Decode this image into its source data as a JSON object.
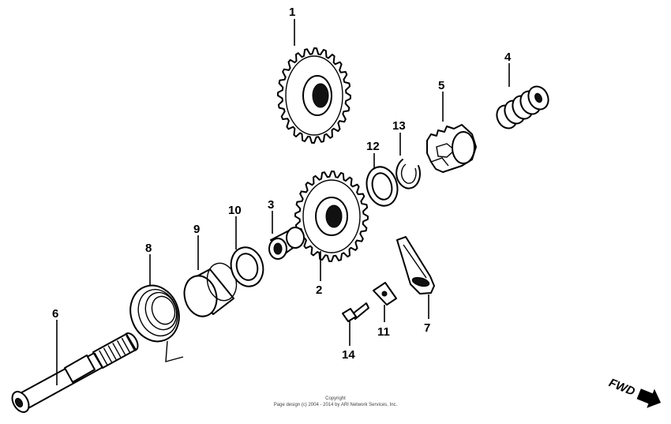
{
  "parts": [
    {
      "id": "part-1",
      "label": "1"
    },
    {
      "id": "part-2",
      "label": "2"
    },
    {
      "id": "part-3",
      "label": "3"
    },
    {
      "id": "part-4",
      "label": "4"
    },
    {
      "id": "part-5",
      "label": "5"
    },
    {
      "id": "part-6",
      "label": "6"
    },
    {
      "id": "part-7",
      "label": "7"
    },
    {
      "id": "part-8",
      "label": "8"
    },
    {
      "id": "part-9",
      "label": "9"
    },
    {
      "id": "part-10",
      "label": "10"
    },
    {
      "id": "part-11",
      "label": "11"
    },
    {
      "id": "part-12",
      "label": "12"
    },
    {
      "id": "part-13",
      "label": "13"
    },
    {
      "id": "part-14",
      "label": "14"
    }
  ],
  "copyright": {
    "line1": "Copyright",
    "line2": "Page design (c) 2004 - 2014 by ARI Network Services, Inc."
  },
  "direction_label": "FWD"
}
